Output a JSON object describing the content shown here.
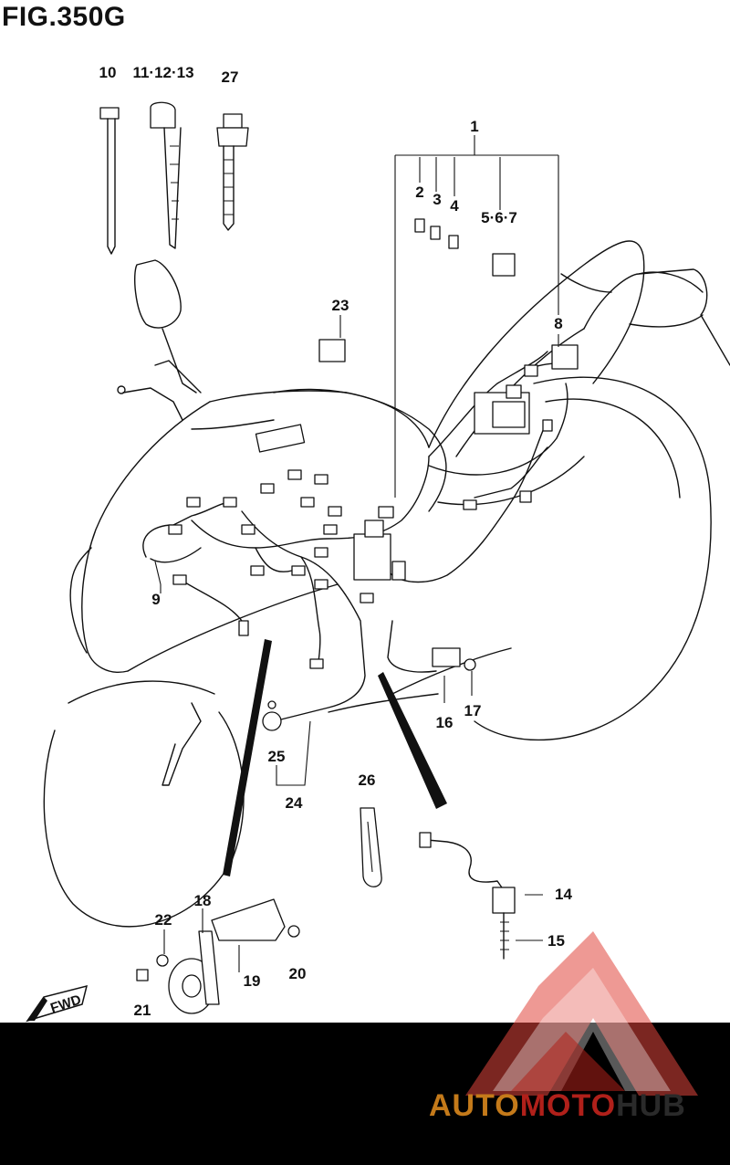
{
  "figure_title": "FIG.350G",
  "callouts": {
    "c1": "1",
    "c2": "2",
    "c3": "3",
    "c4": "4",
    "c5": "5·6·7",
    "c8": "8",
    "c9": "9",
    "c10": "10",
    "c11": "11·12·13",
    "c14": "14",
    "c15": "15",
    "c16": "16",
    "c17": "17",
    "c18": "18",
    "c19": "19",
    "c20": "20",
    "c21": "21",
    "c22": "22",
    "c23": "23",
    "c24": "24",
    "c25": "25",
    "c26": "26",
    "c27": "27"
  },
  "fwd_label": "FWD",
  "watermark": {
    "part1": "AUTO",
    "part2": "MOTO",
    "part3": "HUB"
  },
  "colors": {
    "line": "#111111",
    "footer": "#000000",
    "logo_red": "#e0463c",
    "logo_orange": "#c47a1a"
  }
}
